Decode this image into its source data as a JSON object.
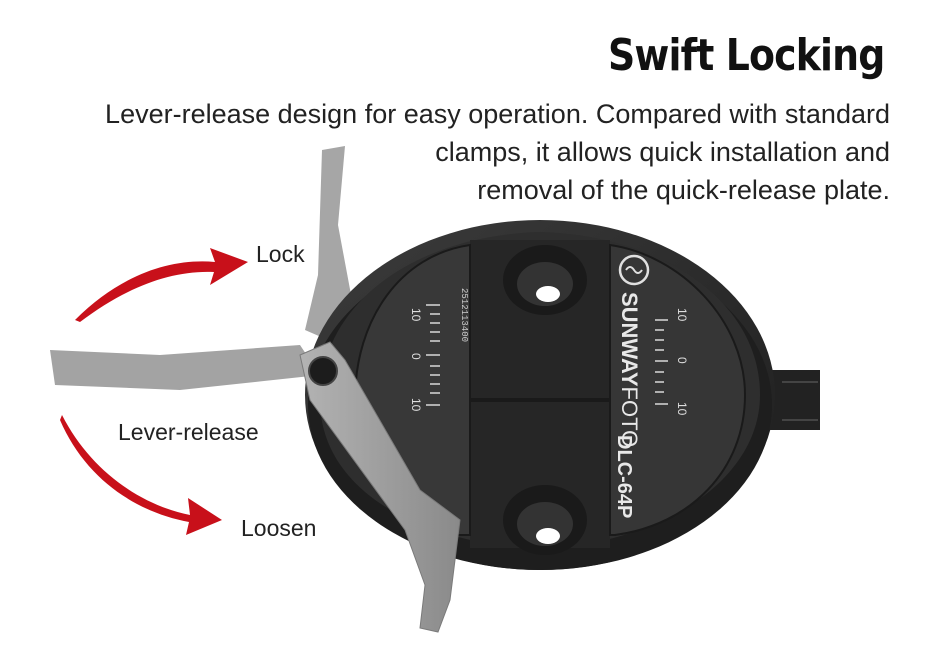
{
  "header": {
    "title": "Swift Locking",
    "description_lines": [
      "Lever-release design for easy operation. Compared with standard",
      "clamps, it allows quick installation and",
      "removal of the quick-release plate."
    ]
  },
  "annotations": {
    "lock": "Lock",
    "lever_release": "Lever-release",
    "loosen": "Loosen"
  },
  "product": {
    "brand_sun": "SUN",
    "brand_way": "WAY",
    "brand_foto": "FOTO",
    "model": "DLC-64P",
    "serial": "2512113400",
    "scale_labels": [
      "10",
      "0",
      "10"
    ]
  },
  "colors": {
    "arrow": "#c8101a",
    "clamp_body": "#2a2a2a",
    "lever": "#9a9a9a",
    "text": "#222222"
  }
}
